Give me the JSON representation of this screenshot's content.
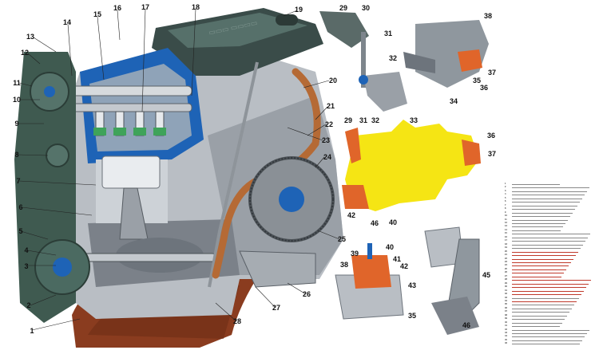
{
  "colors": {
    "engine_metal": "#b9bec4",
    "engine_dark": "#6d747c",
    "coolant_blue": "#1e63b6",
    "valve_cover": "#3a4c49",
    "belt_cover": "#3f5a50",
    "oil_pan": "#8a3c1f",
    "pipe_copper": "#b56a35",
    "section_yellow": "#f5e514",
    "mount_orange": "#e0652a",
    "highlight_red": "#c0392b"
  },
  "callouts": [
    {
      "id": "c1",
      "text": "1"
    },
    {
      "id": "c2",
      "text": "2"
    },
    {
      "id": "c3",
      "text": "3"
    },
    {
      "id": "c4",
      "text": "4"
    },
    {
      "id": "c5",
      "text": "5"
    },
    {
      "id": "c6",
      "text": "6"
    },
    {
      "id": "c7",
      "text": "7"
    },
    {
      "id": "c8",
      "text": "8"
    },
    {
      "id": "c9",
      "text": "9"
    },
    {
      "id": "c10",
      "text": "10"
    },
    {
      "id": "c11",
      "text": "11"
    },
    {
      "id": "c12",
      "text": "12"
    },
    {
      "id": "c13",
      "text": "13"
    },
    {
      "id": "c14",
      "text": "14"
    },
    {
      "id": "c15",
      "text": "15"
    },
    {
      "id": "c16",
      "text": "16"
    },
    {
      "id": "c17",
      "text": "17"
    },
    {
      "id": "c18",
      "text": "18"
    },
    {
      "id": "c19",
      "text": "19"
    },
    {
      "id": "c20",
      "text": "20"
    },
    {
      "id": "c21",
      "text": "21"
    },
    {
      "id": "c22",
      "text": "22"
    },
    {
      "id": "c23",
      "text": "23"
    },
    {
      "id": "c24",
      "text": "24"
    },
    {
      "id": "c25",
      "text": "25"
    },
    {
      "id": "c26",
      "text": "26"
    },
    {
      "id": "c27",
      "text": "27"
    },
    {
      "id": "c28",
      "text": "28"
    },
    {
      "id": "c29",
      "text": "29"
    },
    {
      "id": "c30",
      "text": "30"
    },
    {
      "id": "c31",
      "text": "31"
    },
    {
      "id": "c32",
      "text": "32"
    },
    {
      "id": "c33",
      "text": "33"
    },
    {
      "id": "c34",
      "text": "34"
    },
    {
      "id": "c35",
      "text": "35"
    },
    {
      "id": "c36",
      "text": "36"
    },
    {
      "id": "c37",
      "text": "37"
    },
    {
      "id": "c38",
      "text": "38"
    },
    {
      "id": "c29b",
      "text": "29"
    },
    {
      "id": "c31b",
      "text": "31"
    },
    {
      "id": "c32b",
      "text": "32"
    },
    {
      "id": "c36b",
      "text": "36"
    },
    {
      "id": "c37b",
      "text": "37"
    },
    {
      "id": "c42",
      "text": "42"
    },
    {
      "id": "c46",
      "text": "46"
    },
    {
      "id": "c40",
      "text": "40"
    },
    {
      "id": "c40b",
      "text": "40"
    },
    {
      "id": "c39",
      "text": "39"
    },
    {
      "id": "c41",
      "text": "41"
    },
    {
      "id": "c38b",
      "text": "38"
    },
    {
      "id": "c42b",
      "text": "42"
    },
    {
      "id": "c43",
      "text": "43"
    },
    {
      "id": "c35b",
      "text": "35"
    },
    {
      "id": "c45",
      "text": "45"
    },
    {
      "id": "c46b",
      "text": "46"
    }
  ],
  "legend": {
    "numbers": [
      "1",
      "2",
      "3",
      "4",
      "5",
      "6",
      "7",
      "8",
      "9",
      "10",
      "11",
      "12",
      "13",
      "14",
      "15",
      "16",
      "17",
      "18",
      "19",
      "20",
      "21",
      "22",
      "23",
      "24",
      "25",
      "26",
      "27",
      "28",
      "29",
      "30",
      "31",
      "32",
      "33",
      "34",
      "35",
      "36",
      "37",
      "38",
      "39",
      "40",
      "41",
      "42",
      "43",
      "44",
      "45",
      "46"
    ],
    "highlighted": [
      20,
      21,
      22,
      23,
      24,
      25,
      26,
      27,
      28,
      29,
      30,
      31,
      32,
      34
    ]
  }
}
